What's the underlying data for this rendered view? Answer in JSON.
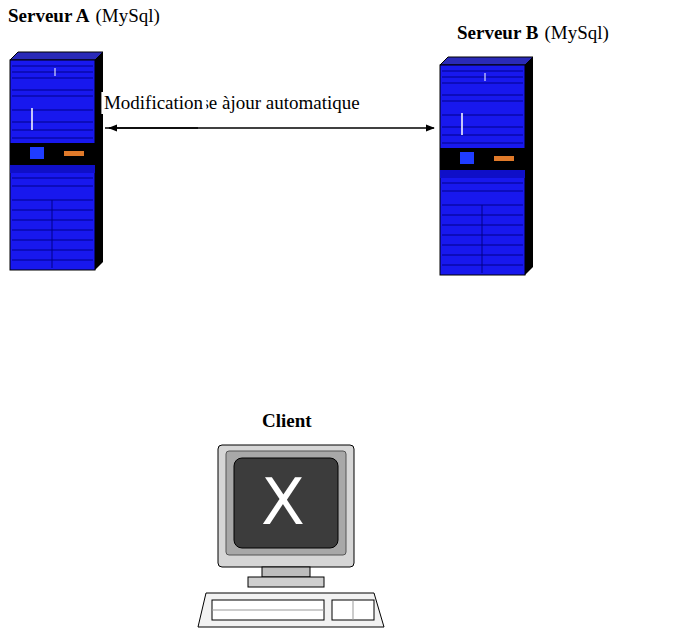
{
  "diagram": {
    "nodes": [
      {
        "text": [
          "Serveur A",
          "(MySql)"
        ]
      },
      {
        "text": [
          "Serveur B",
          "(MySql)"
        ]
      },
      {
        "text": [
          "Client"
        ]
      }
    ],
    "edges": [
      {
        "from": 0,
        "to": 1,
        "label": "Mise àjour automatique",
        "arrow": "to"
      },
      {
        "from": 2,
        "to": 0,
        "label": "Modification",
        "arrow": "to"
      }
    ],
    "labels": [
      "X"
    ]
  }
}
